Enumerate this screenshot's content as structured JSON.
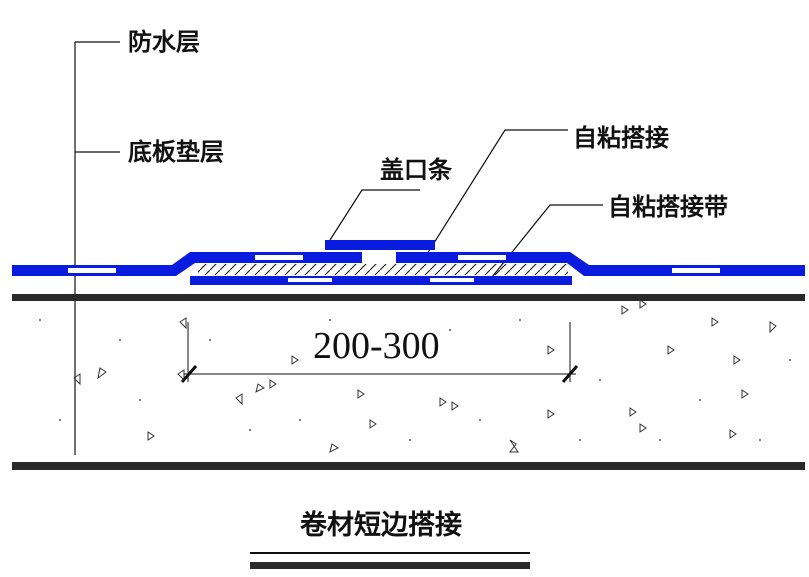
{
  "labels": {
    "waterproof_layer": "防水层",
    "base_cushion": "底板垫层",
    "cover_strip": "盖口条",
    "self_adhesive_lap": "自粘搭接",
    "self_adhesive_lap_tape": "自粘搭接带"
  },
  "dimension": "200-300",
  "title": "卷材短边搭接",
  "colors": {
    "membrane": "#0a1be0",
    "line": "#111111",
    "background": "#ffffff"
  }
}
